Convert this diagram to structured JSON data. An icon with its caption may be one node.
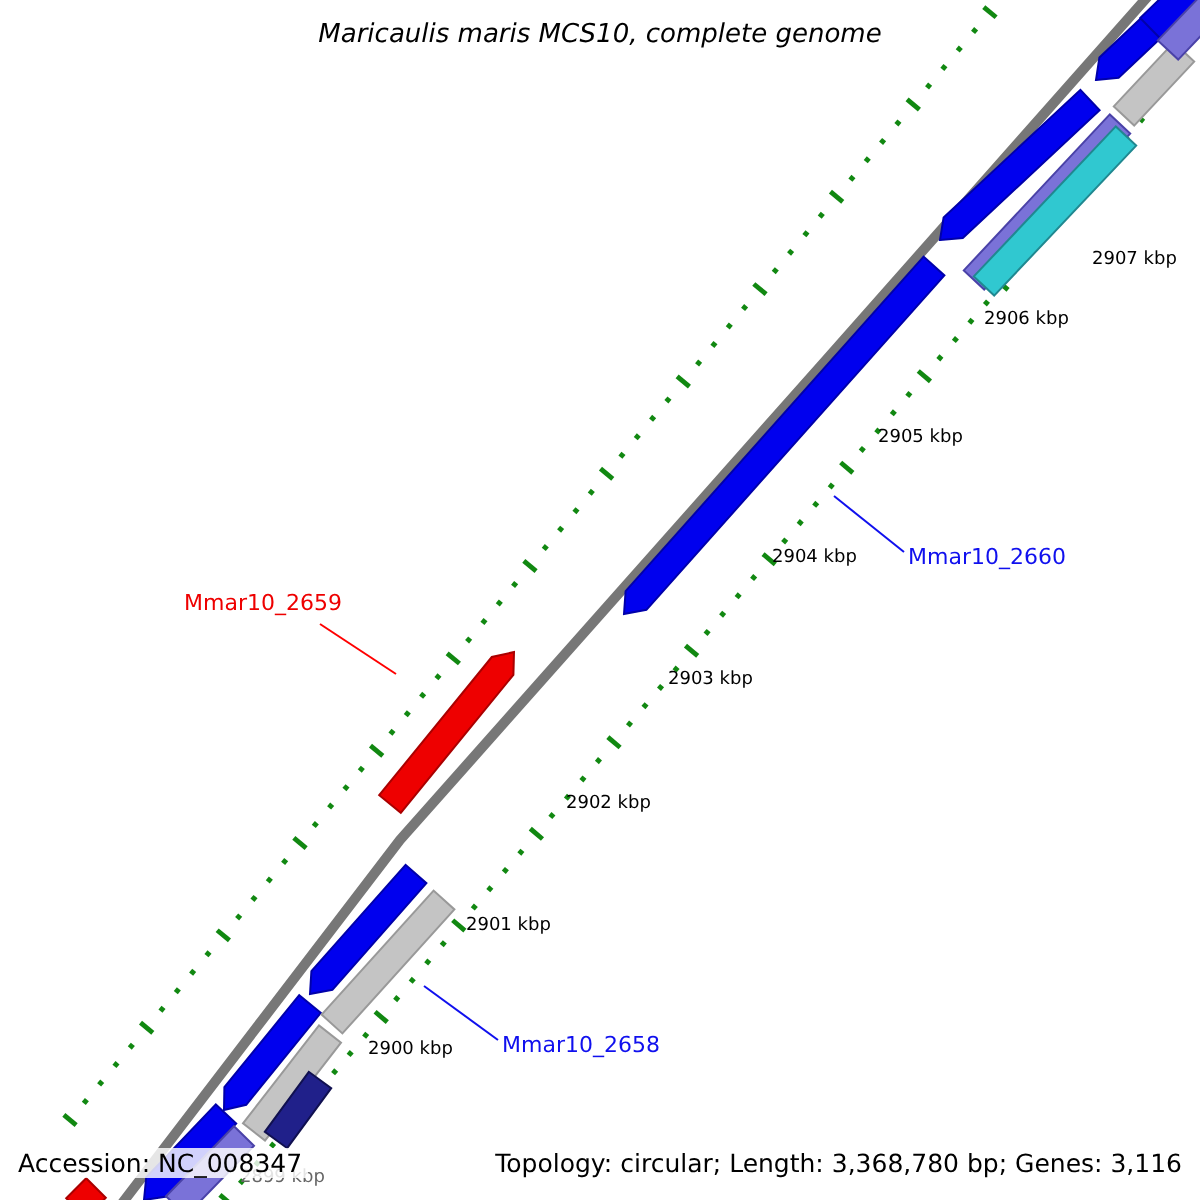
{
  "diagram": {
    "title": "Maricaulis maris MCS10, complete genome",
    "nodes": [
      {
        "text": [
          "Mmar10_2659"
        ]
      },
      {
        "text": [],
        "shape": "bar"
      },
      {
        "text": [
          "Mmar10_2660"
        ]
      },
      {
        "text": [],
        "shape": "bar"
      },
      {
        "text": [
          "Mmar10_2658"
        ]
      },
      {
        "text": [],
        "shape": "bar"
      }
    ],
    "edges": [
      {
        "from": 0,
        "to": 1,
        "arrow": "none",
        "color": "#ff0000"
      },
      {
        "from": 2,
        "to": 3,
        "arrow": "none"
      },
      {
        "from": 4,
        "to": 5,
        "arrow": "none"
      }
    ],
    "labels": [
      "2907 kbp",
      "2906 kbp",
      "2905 kbp",
      "2904 kbp",
      "2903 kbp",
      "2902 kbp",
      "2901 kbp",
      "2900 kbp",
      "2899 kbp",
      "Accession: NC_008347",
      "Topology: circular; Length: 3,368,780 bp; Genes: 3,116"
    ]
  }
}
